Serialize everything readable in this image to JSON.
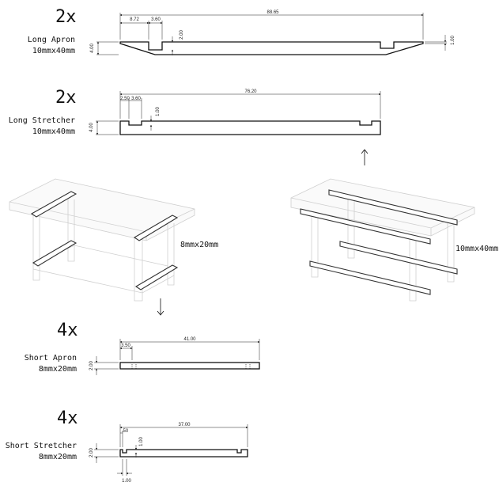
{
  "parts": [
    {
      "count": "2x",
      "name": "Long Apron",
      "size": "10mmx40mm",
      "dims": {
        "overall": "88.65",
        "notch_offset": "8.72",
        "notch_width": "3.60",
        "notch_depth": "2.00",
        "height": "4.00",
        "end_step": "1.00"
      }
    },
    {
      "count": "2x",
      "name": "Long Stretcher",
      "size": "10mmx40mm",
      "dims": {
        "overall": "76.20",
        "notch_offset": "2.50",
        "notch_width": "3.60",
        "notch_depth": "1.00",
        "height": "4.00"
      }
    },
    {
      "count": "4x",
      "name": "Short Apron",
      "size": "8mmx20mm",
      "dims": {
        "overall": "41.00",
        "notch_offset": "3.50",
        "height": "2.00"
      }
    },
    {
      "count": "4x",
      "name": "Short Stretcher",
      "size": "8mmx20mm",
      "dims": {
        "overall": "37.00",
        "notch_offset": ".50",
        "notch_depth": "1.00",
        "height": "2.00",
        "notch_width": "1.00"
      }
    }
  ],
  "views": {
    "left_size": "8mmx20mm",
    "right_size": "10mmx40mm"
  },
  "icons": {
    "arrow_up": "arrow-up-icon",
    "arrow_down": "arrow-down-icon"
  }
}
